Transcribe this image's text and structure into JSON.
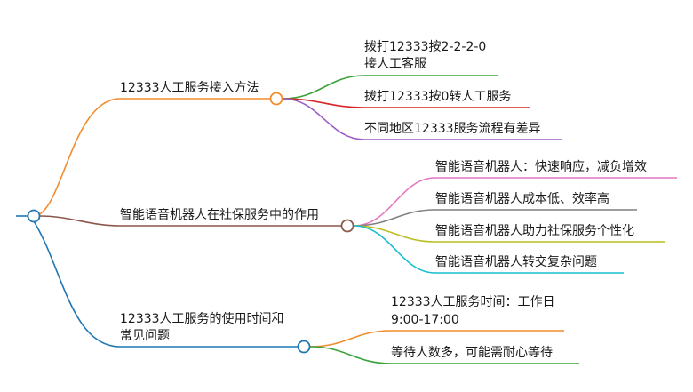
{
  "root": {
    "label": ""
  },
  "branches": [
    {
      "id": "b1",
      "label": "12333人工服务接入方法",
      "color": "#f28b2c",
      "children": [
        {
          "id": "b1c1",
          "lines": [
            "拨打12333按2-2-2-0",
            "接人工客服"
          ],
          "color": "#3aa23a"
        },
        {
          "id": "b1c2",
          "lines": [
            "拨打12333按0转人工服务"
          ],
          "color": "#d7272a"
        },
        {
          "id": "b1c3",
          "lines": [
            "不同地区12333服务流程有差异"
          ],
          "color": "#9b5cc4"
        }
      ]
    },
    {
      "id": "b2",
      "label": "智能语音机器人在社保服务中的作用",
      "color": "#8c564b",
      "children": [
        {
          "id": "b2c1",
          "lines": [
            "智能语音机器人：快速响应，减负增效"
          ],
          "color": "#e377c2"
        },
        {
          "id": "b2c2",
          "lines": [
            "智能语音机器人成本低、效率高"
          ],
          "color": "#7f7f7f"
        },
        {
          "id": "b2c3",
          "lines": [
            "智能语音机器人助力社保服务个性化"
          ],
          "color": "#bcbd22"
        },
        {
          "id": "b2c4",
          "lines": [
            "智能语音机器人转交复杂问题"
          ],
          "color": "#17becf"
        }
      ]
    },
    {
      "id": "b3",
      "label": "12333人工服务的使用时间和",
      "label_line2": "常见问题",
      "color": "#1f77b4",
      "children": [
        {
          "id": "b3c1",
          "lines": [
            "12333人工服务时间：工作日",
            "9:00-17:00"
          ],
          "color": "#f28b2c"
        },
        {
          "id": "b3c2",
          "lines": [
            "等待人数多，可能需耐心等待"
          ],
          "color": "#3aa23a"
        }
      ]
    }
  ]
}
